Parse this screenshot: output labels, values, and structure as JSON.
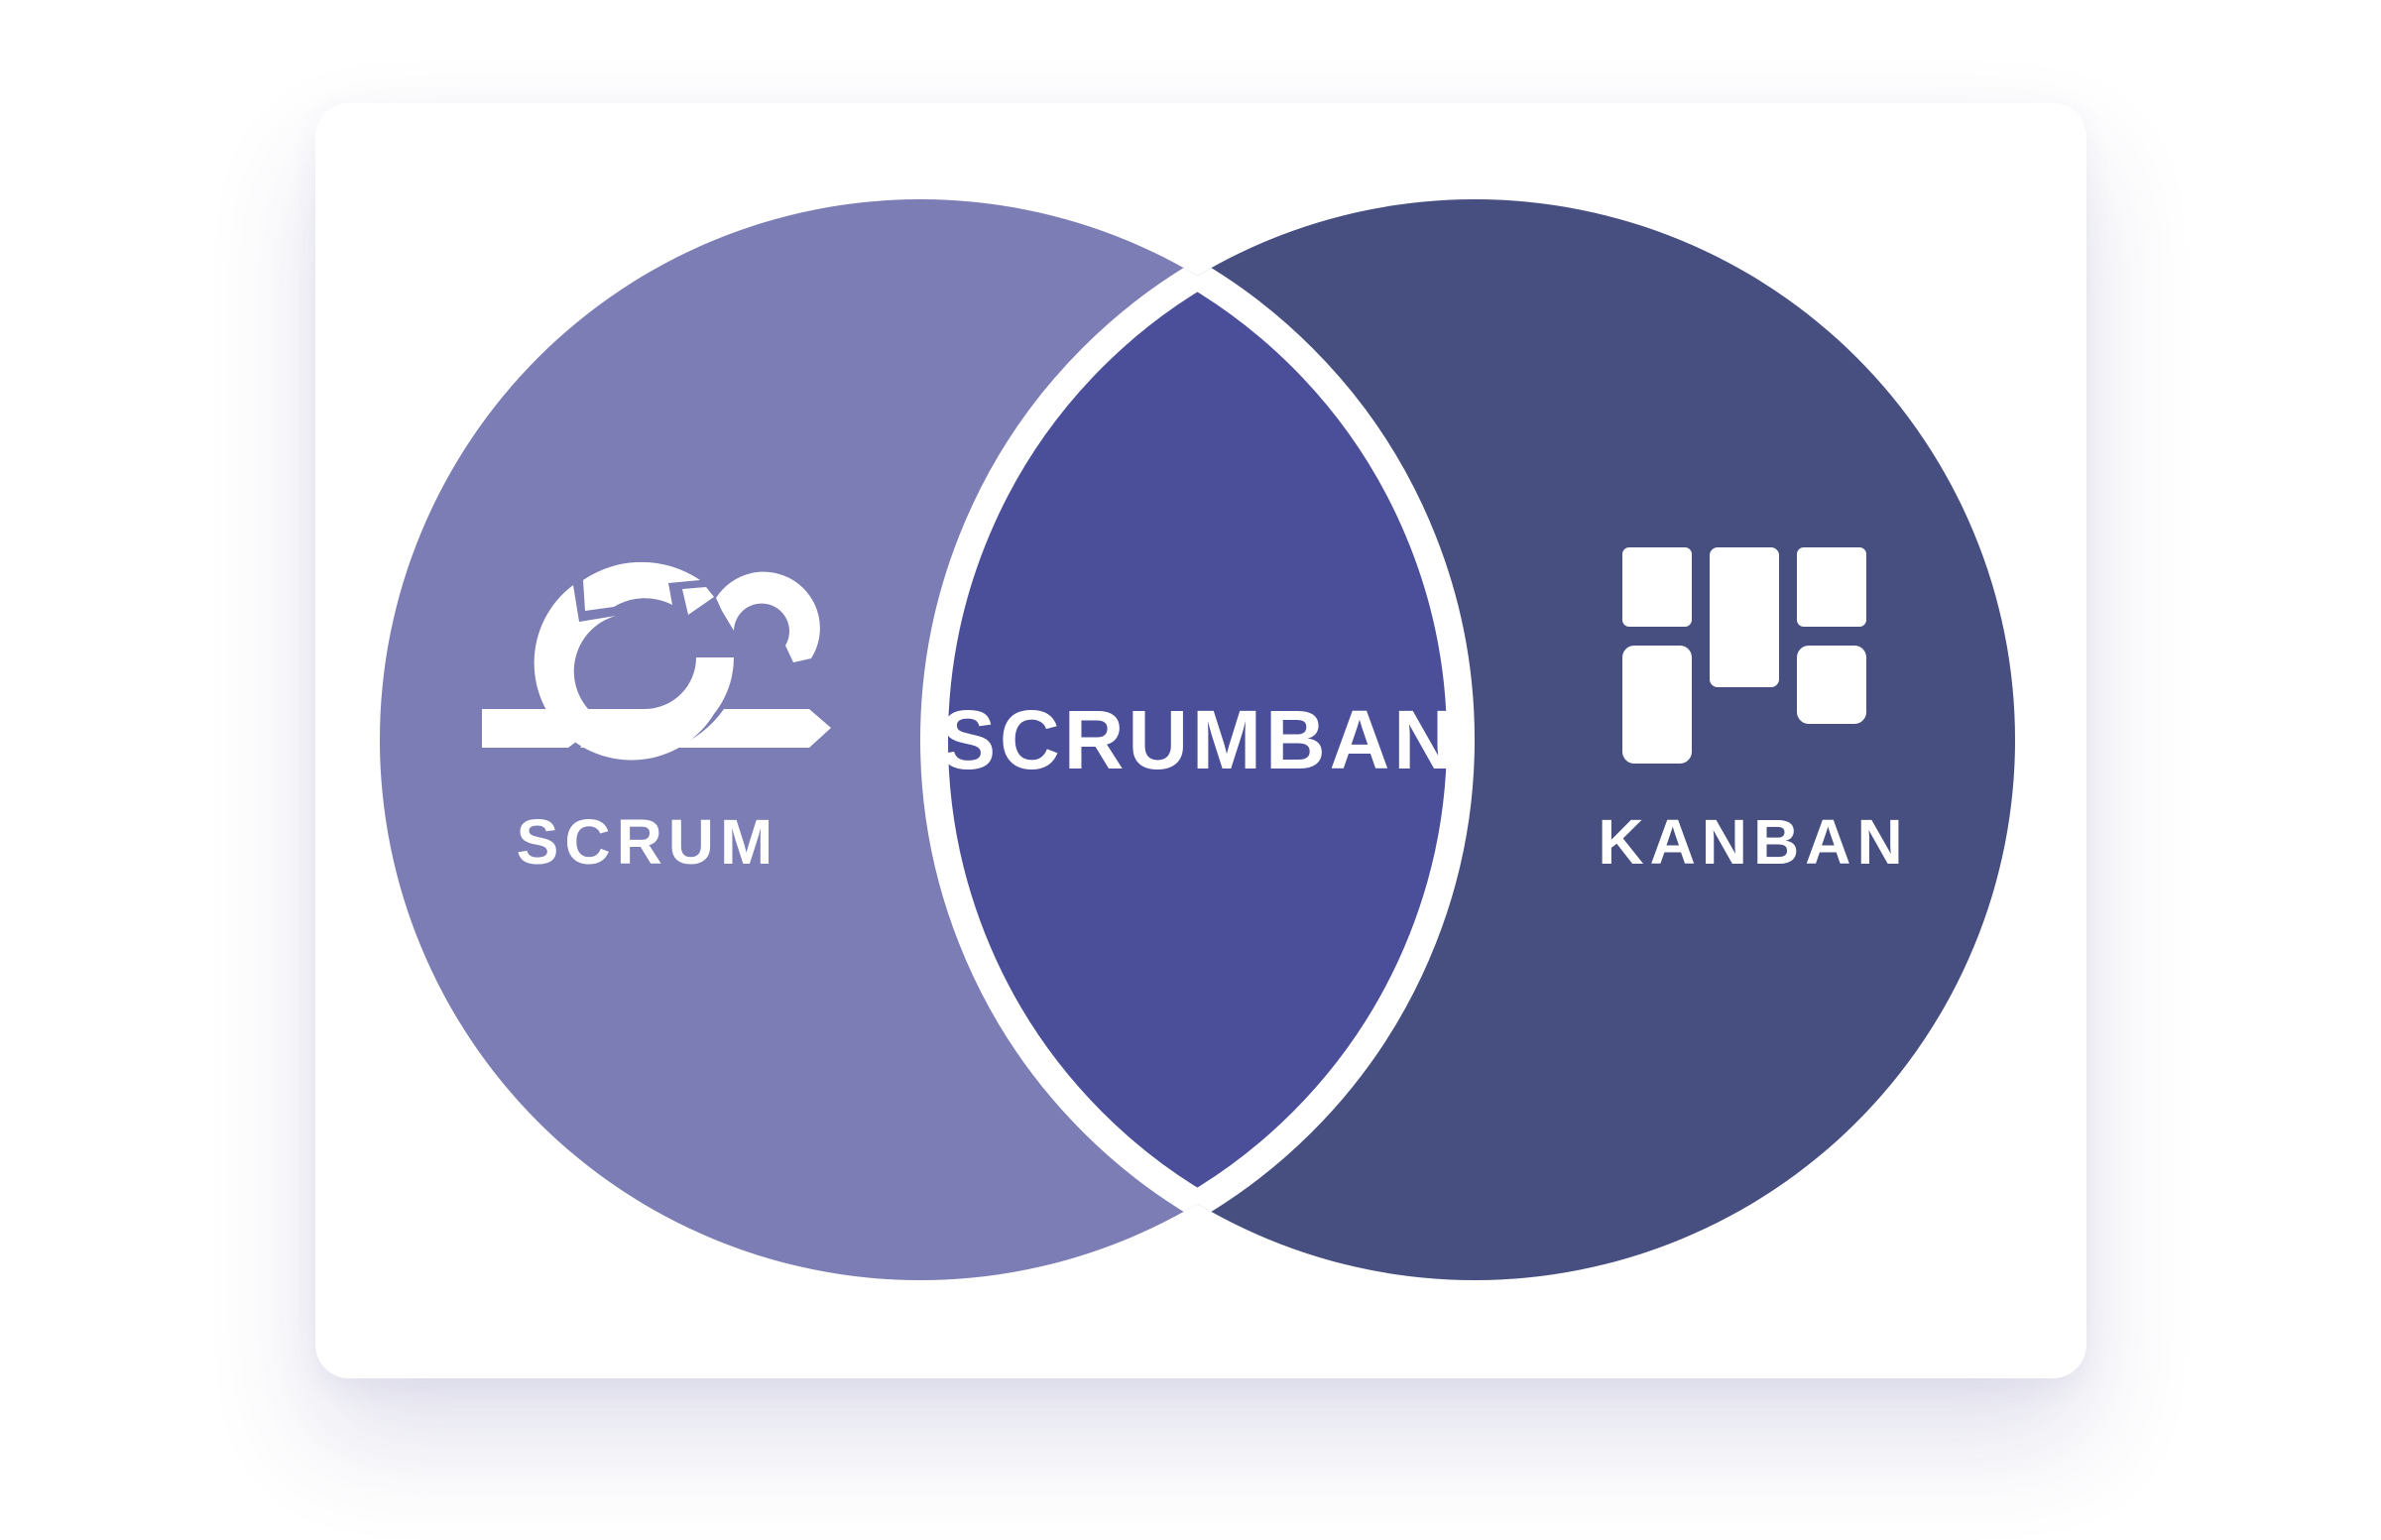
{
  "diagram": {
    "left_label": "SCRUM",
    "center_label": "SCRUMBAN",
    "right_label": "KANBAN",
    "colors": {
      "left_circle": "#7b7db4",
      "right_circle": "#474f80",
      "intersection": "#4b4f99",
      "text": "#ffffff",
      "card_background": "#ffffff"
    },
    "icons": {
      "left": "scrum-cycle-icon",
      "right": "kanban-board-icon"
    }
  }
}
